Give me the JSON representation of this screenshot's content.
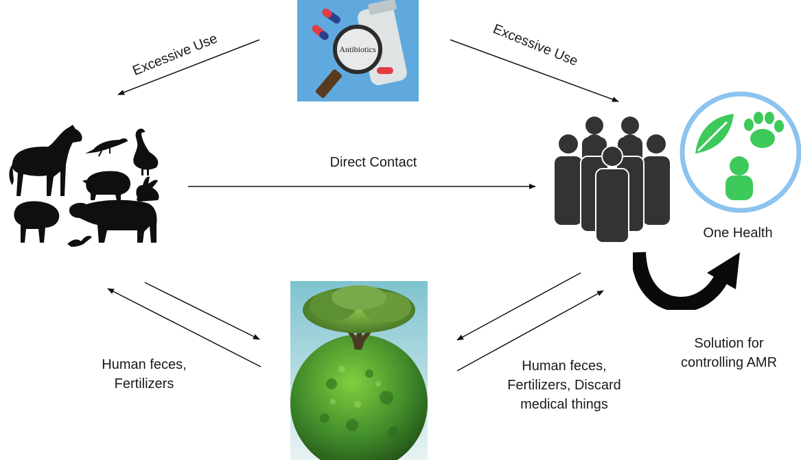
{
  "labels": {
    "excessive_use_left": "Excessive Use",
    "excessive_use_right": "Excessive Use",
    "direct_contact": "Direct Contact",
    "one_health": "One Health",
    "left_feces_line1": "Human feces,",
    "left_feces_line2": "Fertilizers",
    "right_feces_line1": "Human feces,",
    "right_feces_line2": "Fertilizers, Discard",
    "right_feces_line3": "medical things",
    "solution_line1": "Solution for",
    "solution_line2": "controlling AMR"
  },
  "antibiotics_image": {
    "label": "Antibiotics"
  },
  "colors": {
    "antibiotics_bg": "#5fa9de",
    "one_health_ring": "#8cc3ef",
    "one_health_green": "#3ec95b",
    "silhouette": "#0f0f0f",
    "people": "#333333",
    "earth_green": "#3f8a2a"
  },
  "icons": [
    "antibiotics-image",
    "animals-silhouette-image",
    "people-group-icon",
    "one-health-icon",
    "leaf-icon",
    "paw-icon",
    "person-icon",
    "earth-tree-image",
    "cycle-arrow-icon"
  ]
}
